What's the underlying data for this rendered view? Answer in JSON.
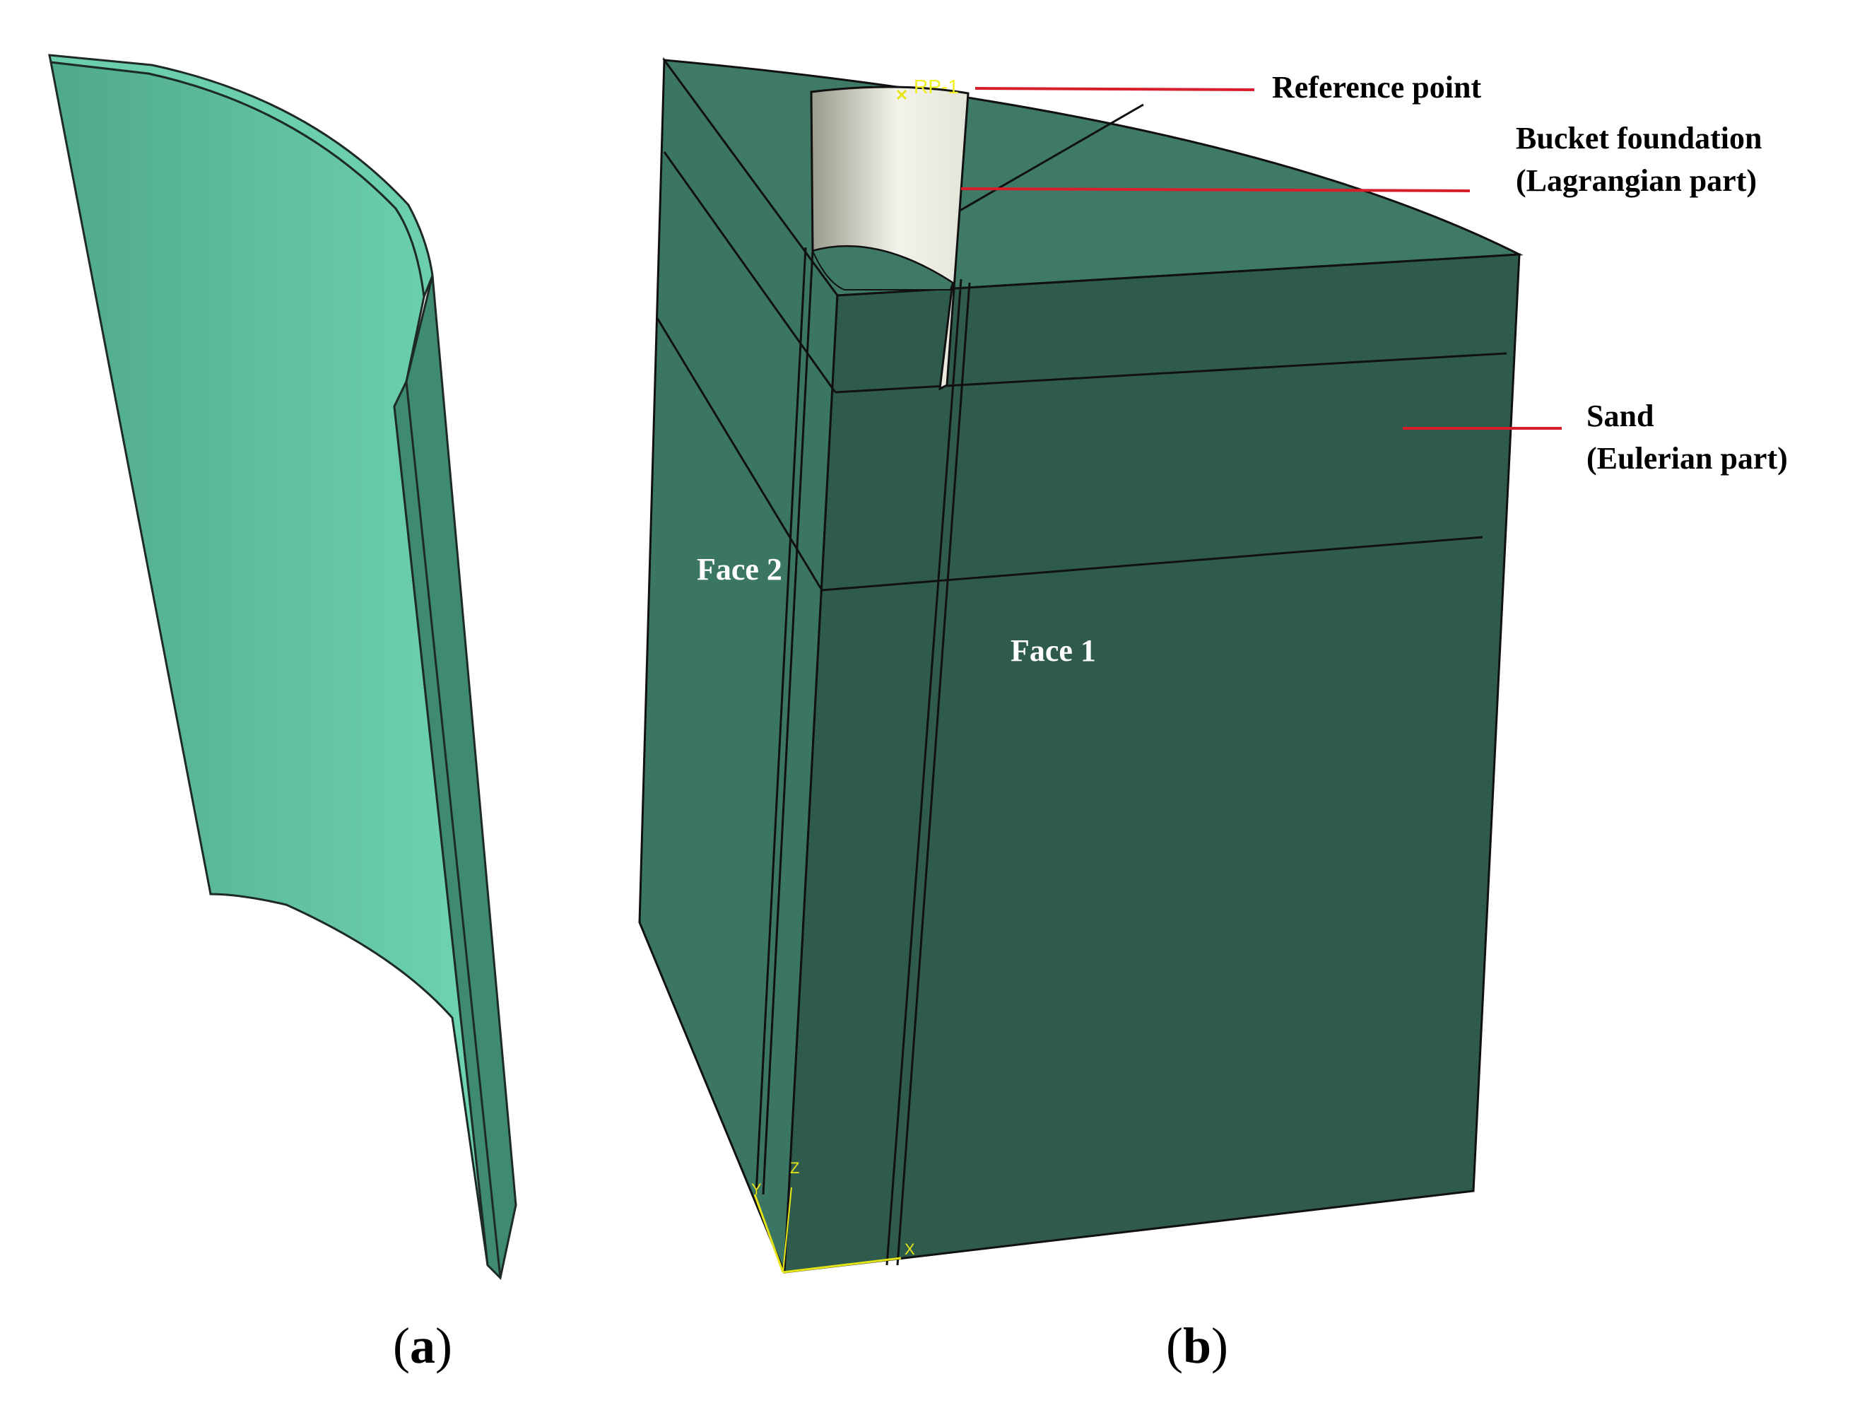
{
  "panel_a": {
    "caption_letter": "a"
  },
  "panel_b": {
    "caption_letter": "b",
    "rp_label": "RP-1",
    "face2_label": "Face 2",
    "face1_label": "Face 1",
    "annotations": {
      "reference_point": "Reference point",
      "bucket_line1": "Bucket foundation",
      "bucket_line2": "(Lagrangian part)",
      "sand_line1": "Sand",
      "sand_line2": "(Eulerian part)"
    },
    "axes": {
      "x": "X",
      "y": "Y",
      "z": "Z"
    }
  },
  "colors": {
    "bucket_face": "#5cbd9c",
    "bucket_face_light": "#6fd1ae",
    "bucket_edge": "#3f8a72",
    "sand_face_front": "#2e5b4c",
    "sand_face_side": "#3b7664",
    "sand_top": "#3f7a66",
    "bucket_steel": "#d8d8cc",
    "leader_line": "#d91e2b",
    "axis": "#e5e515",
    "rp_text": "#f0f020"
  }
}
